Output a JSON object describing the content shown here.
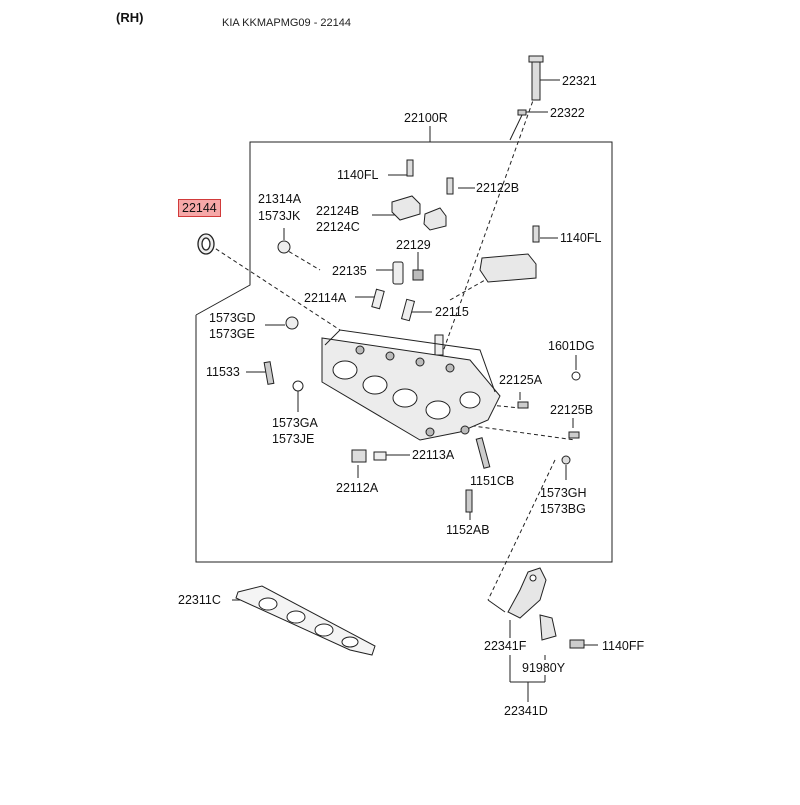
{
  "header": {
    "side": "(RH)",
    "title": "KIA KKMAPMG09 - 22144"
  },
  "highlight": {
    "part": "22144",
    "color": "#f6a8a8",
    "border": "#d13a3a"
  },
  "labels": {
    "p22321": "22321",
    "p22322": "22322",
    "p22100R": "22100R",
    "p1140FL_a": "1140FL",
    "p22122B": "22122B",
    "p21314A": "21314A",
    "p1573JK": "1573JK",
    "p22124B": "22124B",
    "p22124C": "22124C",
    "p22129": "22129",
    "p1140FL_b": "1140FL",
    "p22135": "22135",
    "p22114A": "22114A",
    "p22115": "22115",
    "p1573GD": "1573GD",
    "p1573GE": "1573GE",
    "p1601DG": "1601DG",
    "p11533": "11533",
    "p22125A": "22125A",
    "p22125B": "22125B",
    "p1573GA": "1573GA",
    "p1573JE": "1573JE",
    "p22113A": "22113A",
    "p1151CB": "1151CB",
    "p1573GH": "1573GH",
    "p1573BG": "1573BG",
    "p22112A": "22112A",
    "p1152AB": "1152AB",
    "p22311C": "22311C",
    "p22341F": "22341F",
    "p1140FF": "1140FF",
    "p91980Y": "91980Y",
    "p22341D": "22341D"
  }
}
